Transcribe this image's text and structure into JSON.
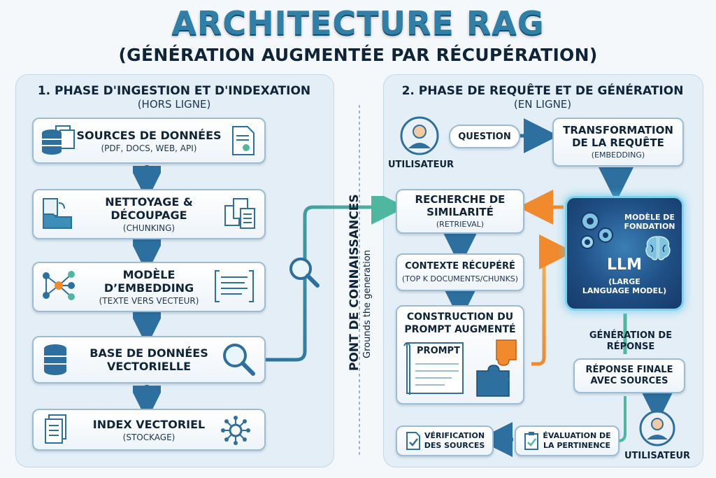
{
  "title": "ARCHITECTURE RAG",
  "subtitle": "(GÉNÉRATION AUGMENTÉE PAR RÉCUPÉRATION)",
  "phase1": {
    "title": "1. PHASE D'INGESTION ET D'INDEXATION",
    "subtitle": "(HORS LIGNE)",
    "steps": [
      {
        "title": "SOURCES DE DONNÉES",
        "detail": "(PDF, DOCS, WEB, API)"
      },
      {
        "title": "NETTOYAGE &\nDÉCOUPAGE",
        "detail": "(CHUNKING)"
      },
      {
        "title": "MODÈLE\nD’EMBEDDING",
        "detail": "(TEXTE VERS VECTEUR)"
      },
      {
        "title": "BASE DE DONNÉES\nVECTORIELLE",
        "detail": ""
      },
      {
        "title": "INDEX VECTORIEL",
        "detail": "(STOCKAGE)"
      }
    ]
  },
  "bridge": {
    "label": "PONT DE CONNAISSANCES",
    "sublabel": "Grounds the generation"
  },
  "phase2": {
    "title": "2. PHASE DE REQUÊTE ET DE GÉNÉRATION",
    "subtitle": "(EN LIGNE)",
    "user_label": "UTILISATEUR",
    "question": "QUESTION",
    "transform": {
      "title": "TRANSFORMATION\nDE LA REQUÊTE",
      "detail": "(EMBEDDING)"
    },
    "search": {
      "title": "RECHERCHE DE\nSIMILARITÉ",
      "detail": "(RETRIEVAL)"
    },
    "context": {
      "title": "CONTEXTE RÉCUPÉRÉ",
      "detail": "(TOP K DOCUMENTS/CHUNKS)"
    },
    "prompt_build": {
      "title": "CONSTRUCTION DU\nPROMPT AUGMENTÉ",
      "prompt_label": "PROMPT"
    },
    "llm": {
      "foundation": "MODÈLE DE\nFONDATION",
      "name": "LLM",
      "full_name": "(LARGE\nLANGUAGE MODEL)"
    },
    "generation_label": "GÉNÉRATION DE\nRÉPONSE",
    "final": {
      "title": "RÉPONSE FINALE\nAVEC SOURCES"
    },
    "evaluation": "ÉVALUATION DE\nLA PERTINENCE",
    "verification": "VÉRIFICATION\nDES SOURCES",
    "user_label_2": "UTILISATEUR"
  },
  "colors": {
    "title": "#2f7fa6",
    "arrow_blue": "#2d6f9e",
    "arrow_teal": "#4fb7a0",
    "arrow_orange": "#f08a2c",
    "llm_bg": "#1f4f85",
    "llm_glow": "#7fd0ea"
  }
}
